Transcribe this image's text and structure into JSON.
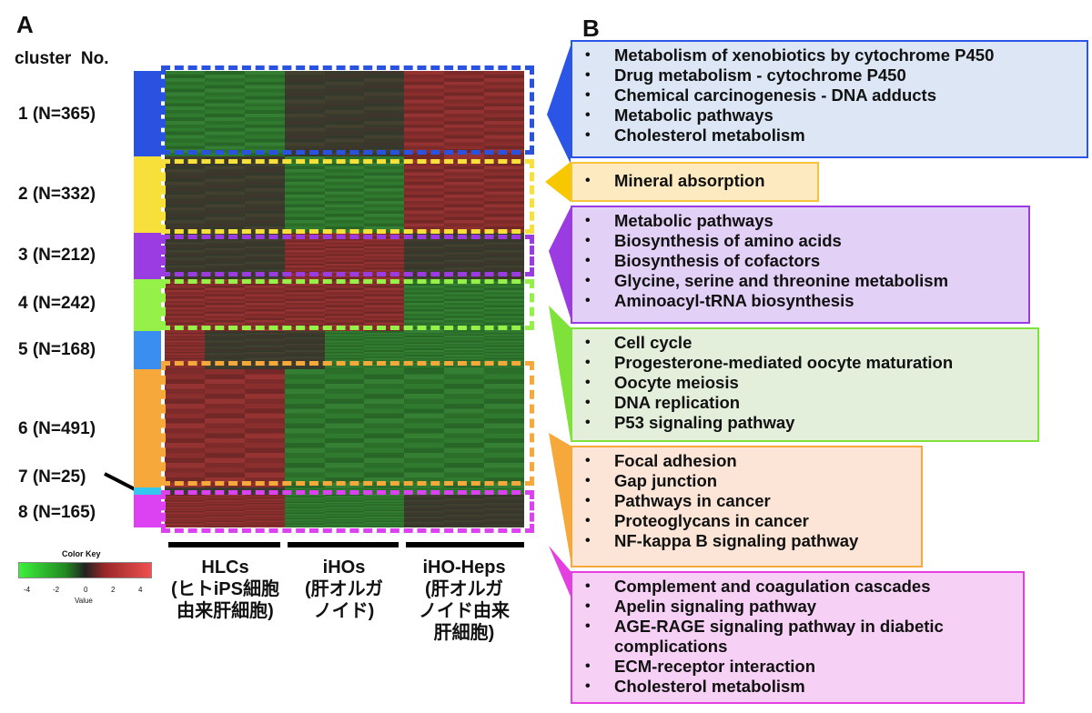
{
  "panel_a_label": "A",
  "panel_b_label": "B",
  "cluster_title": "cluster  No.",
  "clusters": [
    {
      "label": "1 (N=365)",
      "color": "#2a52e0"
    },
    {
      "label": "2 (N=332)",
      "color": "#f7e03a"
    },
    {
      "label": "3 (N=212)",
      "color": "#9b3ce3"
    },
    {
      "label": "4 (N=242)",
      "color": "#95f048"
    },
    {
      "label": "5 (N=168)",
      "color": "#3a8ef0"
    },
    {
      "label": "6 (N=491)",
      "color": "#f7a83a"
    },
    {
      "label": "7 (N=25)",
      "color": "#35c6f0"
    },
    {
      "label": "8 (N=165)",
      "color": "#dd42f2"
    }
  ],
  "groups": [
    {
      "label": "HLCs\n(ヒトiPS細胞\n由来肝細胞)"
    },
    {
      "label": "iHOs\n(肝オルガ\nノイド)"
    },
    {
      "label": "iHO-Heps\n(肝オルガ\nノイド由来\n肝細胞)"
    }
  ],
  "color_key": {
    "title": "Color Key",
    "ticks": [
      "-4",
      "-2",
      "0",
      "2",
      "4"
    ],
    "axis_label": "Value"
  },
  "pathway_boxes": [
    {
      "border": "#2b55e6",
      "bg": "#dce6f5",
      "arrow": "#2b55e6",
      "items": [
        "Metabolism of xenobiotics by cytochrome P450",
        "Drug metabolism - cytochrome P450",
        "Chemical carcinogenesis - DNA adducts",
        "Metabolic pathways",
        "Cholesterol metabolism"
      ]
    },
    {
      "border": "#f7c33a",
      "bg": "#fdeac0",
      "arrow": "#f7c700",
      "items": [
        "Mineral absorption"
      ]
    },
    {
      "border": "#9b3ce3",
      "bg": "#e2d0f7",
      "arrow": "#9b3ce3",
      "items": [
        "Metabolic pathways",
        "Biosynthesis of amino acids",
        "Biosynthesis of cofactors",
        "Glycine, serine and threonine metabolism",
        "Aminoacyl-tRNA biosynthesis"
      ]
    },
    {
      "border": "#7ee23a",
      "bg": "#e3efda",
      "arrow": "#7ee23a",
      "items": [
        "Cell cycle",
        "Progesterone-mediated oocyte maturation",
        "Oocyte meiosis",
        "DNA replication",
        "P53 signaling pathway"
      ]
    },
    {
      "border": "#f7a83a",
      "bg": "#fce4d6",
      "arrow": "#f7a83a",
      "items": [
        "Focal adhesion",
        "Gap junction",
        "Pathways in cancer",
        "Proteoglycans in cancer",
        "NF-kappa B signaling pathway"
      ]
    },
    {
      "border": "#e43fe0",
      "bg": "#f7d0f5",
      "arrow": "#e43fe0",
      "items": [
        "Complement and coagulation cascades",
        "Apelin signaling pathway",
        "AGE-RAGE signaling pathway in diabetic complications",
        "ECM-receptor interaction",
        "Cholesterol metabolism"
      ]
    }
  ],
  "heatmap_pattern": [
    [
      "low",
      "low",
      "low",
      "mid",
      "mid",
      "mid",
      "high",
      "high",
      "high"
    ],
    [
      "mid",
      "mid",
      "mid",
      "low",
      "low",
      "low",
      "high",
      "high",
      "high"
    ],
    [
      "mid",
      "mid",
      "mid",
      "high",
      "high",
      "high",
      "mid",
      "mid",
      "mid"
    ],
    [
      "high",
      "high",
      "high",
      "high",
      "high",
      "high",
      "low",
      "low",
      "low"
    ],
    [
      "high",
      "mid",
      "mid",
      "mid",
      "low",
      "low",
      "low",
      "low",
      "low"
    ],
    [
      "high",
      "high",
      "high",
      "low",
      "low",
      "low",
      "low",
      "low",
      "low"
    ],
    [
      "mid",
      "mid",
      "mid",
      "low",
      "low",
      "low",
      "low",
      "low",
      "low"
    ],
    [
      "high",
      "high",
      "high",
      "low",
      "low",
      "low",
      "mid",
      "mid",
      "mid"
    ]
  ]
}
